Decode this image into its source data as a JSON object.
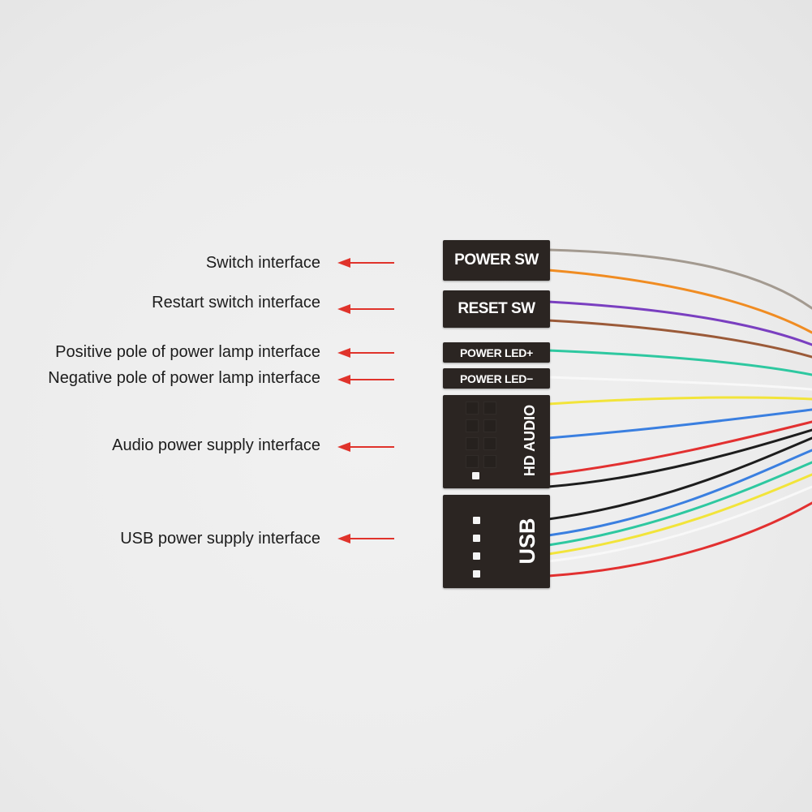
{
  "labels": {
    "switch": "Switch interface",
    "restart": "Restart switch interface",
    "positive": "Positive pole of power lamp interface",
    "negative": "Negative pole of power lamp interface",
    "audio": "Audio power supply interface",
    "usb": "USB power supply interface"
  },
  "connectors": {
    "power_sw": "POWER SW",
    "reset_sw": "RESET SW",
    "power_led_plus": "POWER LED+",
    "power_led_minus": "POWER LED−",
    "hd_audio": "HD AUDIO",
    "usb": "USB"
  },
  "colors": {
    "arrow": "#e0332b",
    "connector": "#2b2522",
    "wire_gray": "#a39a90",
    "wire_orange": "#f08c22",
    "wire_purple": "#7a3fc0",
    "wire_brown": "#9b5a38",
    "wire_green": "#2ec8a0",
    "wire_white": "#f8f8f8",
    "wire_yellow": "#f2e43a",
    "wire_blue": "#3a7fe0",
    "wire_red": "#e23030",
    "wire_black": "#1d1d1d"
  }
}
